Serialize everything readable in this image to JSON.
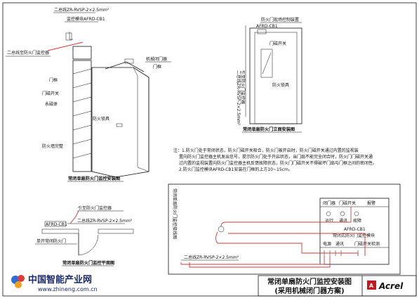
{
  "diagram_elevation": {
    "cable_top": "二总线ZR-RVSP-2×2.5mm²",
    "module": "监控模块AFRD-CB1",
    "cable_left": "二总线至防火门监控器",
    "door_frame": "门框",
    "door_switch": "门磁开关",
    "magnet": "永磁体",
    "closer": "机械闭门器",
    "door_frame_right": "门框",
    "lock": "防火锁具",
    "wall": "防火墙完整",
    "caption": "常闭单扇防火门监控安装图"
  },
  "diagram_front": {
    "panel": "防火门现场控制装置",
    "panel_model": "AFRD-CB1",
    "cable": "二总线ZR-RVSP-2×2.5mm²",
    "cable_sub": "引至防火门监控器",
    "door_switch": "门磁开关",
    "lock": "防火锁具",
    "caption": "常闭单扇防火门立面安装图"
  },
  "notes": {
    "line1": "注：1.防火门处于常闭状态，防火门磁开关吸合，防火门被开启时，防火门磁开关通过内置的监视装",
    "line2": "置向防火门监控器主机发出信号，提示防火门处于开启状态，当门扇不能完全闭合时，防火门门磁开关通",
    "line3": "过内置的监视装置向防火门监控器主机反馈故障状态，防火门门磁开关不得破坏门扇与门框之间的密闭性。",
    "line4": "2.防火门监控模块AFRD-CB1安装在门框的上方10~15cm。"
  },
  "diagram_plan": {
    "sub": "引至防火门监控器",
    "module": "AFRD-CB1",
    "cable": "二总线ZR-RVSP-2×2.5mm²",
    "door": "单开常闭防火门",
    "caption": "常闭单扇防火门监控平面图"
  },
  "diagram_wiring": {
    "side_label": "常闭单扇防火门监控接线图",
    "cable": "二总线ZR-RVSP-2×2.5mm²",
    "tb_top_1": "闭门器",
    "tb_top_2": "门磁开关",
    "tb_top_3": "报警",
    "status_1": "运行",
    "status_2": "通讯",
    "status_3": "故障",
    "tb_name": "AFRD-CB1",
    "tb_desc": "常闭式防火门监控模块",
    "tb_bot_1": "电源",
    "tb_bot_2": "通讯",
    "tb_bot_3": "门磁开关检测"
  },
  "title_block": {
    "title_line1": "常闭单扇防火门监控安装图",
    "title_line2": "(采用机械闭门器方案)",
    "brand": "Acrel"
  },
  "watermark": {
    "name": "中国智能产业网",
    "url": "www.zhineng.com.cn"
  },
  "colors": {
    "wire": "#d23a3a",
    "brand": "#c8161d",
    "watermark": "#1a2a6c"
  }
}
